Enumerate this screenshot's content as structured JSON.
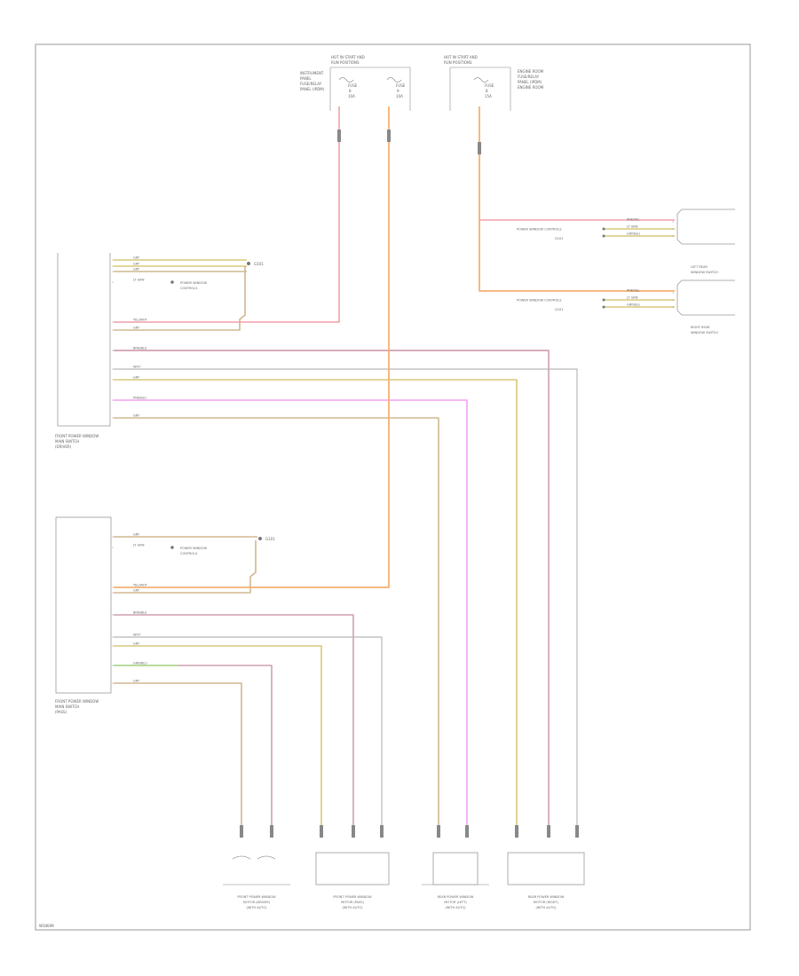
{
  "footer_code": "W10049",
  "top_blocks": {
    "left": {
      "header": [
        "HOT IN START AND",
        "RUN POSITIONS"
      ],
      "caption": [
        "INSTRUMENT",
        "PANEL",
        "FUSE/RELAY",
        "PANEL (IPDM)"
      ],
      "fuse_a": {
        "label": "FUSE",
        "num": "8",
        "amp": "10A"
      },
      "fuse_b": {
        "label": "FUSE",
        "num": "9",
        "amp": "10A"
      }
    },
    "right": {
      "header": [
        "HOT IN START AND",
        "RUN POSITIONS"
      ],
      "caption": [
        "ENGINE ROOM",
        "FUSE/RELAY",
        "PANEL (IPDM)",
        "ENGINE ROOM"
      ],
      "fuse": {
        "label": "FUSE",
        "num": "8",
        "amp": "15A"
      }
    }
  },
  "wire_colors": {
    "red": "#f0a0a8",
    "orange": "#f5b070",
    "yellow": "#d8c878",
    "tan": "#d0b890",
    "green": "#a8e088",
    "pink": "#f0a0f0",
    "mauve": "#d0a0b0",
    "gray": "#b8b8b8"
  },
  "modules": {
    "upper": {
      "caption": [
        "FRONT POWER WINDOW",
        "MAIN SWITCH",
        "(DRIVER)"
      ],
      "wires": [
        {
          "label": "GRY",
          "color": "yellow"
        },
        {
          "label": "GRY",
          "color": "yellow"
        },
        {
          "label": "GRY",
          "color": "tan"
        },
        {
          "label": "LT GRN",
          "color": "yellow"
        },
        {
          "label": "YEL/WHT",
          "color": "red"
        },
        {
          "label": "GRY",
          "color": "tan"
        },
        {
          "label": "BRN/BLU",
          "color": "mauve"
        },
        {
          "label": "WHT",
          "color": "gray"
        },
        {
          "label": "GRY",
          "color": "yellow"
        },
        {
          "label": "PNK/BLU",
          "color": "pink"
        },
        {
          "label": "GRY",
          "color": "tan"
        }
      ],
      "splice": "G101",
      "note": [
        "POWER WINDOW",
        "CONTROLS"
      ]
    },
    "lower": {
      "caption": [
        "FRONT POWER WINDOW",
        "MAIN SWITCH",
        "(PASS)"
      ],
      "wires": [
        {
          "label": "GRY",
          "color": "tan"
        },
        {
          "label": "LT GRN",
          "color": "yellow"
        },
        {
          "label": "YEL/WHT",
          "color": "orange"
        },
        {
          "label": "GRY",
          "color": "tan"
        },
        {
          "label": "BRN/BLU",
          "color": "mauve"
        },
        {
          "label": "WHT",
          "color": "gray"
        },
        {
          "label": "GRY",
          "color": "yellow"
        },
        {
          "label": "GRN/BLU",
          "color": "green"
        },
        {
          "label": "GRY",
          "color": "tan"
        }
      ],
      "splice": "G101",
      "note": [
        "POWER WINDOW",
        "CONTROLS"
      ]
    }
  },
  "right_connectors": {
    "upper": {
      "wires": [
        {
          "label": "PNK/YEL",
          "color": "red"
        },
        {
          "label": "LT GRN",
          "color": "yellow"
        },
        {
          "label": "GRY/BLU",
          "color": "yellow"
        }
      ],
      "note": [
        "POWER WINDOW CONTROLS",
        "G101"
      ],
      "caption": [
        "LEFT REAR",
        "WINDOW SWITCH"
      ]
    },
    "lower": {
      "wires": [
        {
          "label": "PNK/YEL",
          "color": "red"
        },
        {
          "label": "LT GRN",
          "color": "yellow"
        },
        {
          "label": "GRY/BLU",
          "color": "yellow"
        }
      ],
      "note": [
        "POWER WINDOW CONTROLS",
        "G101"
      ],
      "caption": [
        "RIGHT REAR",
        "WINDOW SWITCH"
      ]
    }
  },
  "motors": [
    {
      "caption": [
        "FRONT POWER WINDOW",
        "MOTOR (DRIVER)",
        "(WITH AUTO)"
      ]
    },
    {
      "caption": [
        "FRONT POWER WINDOW",
        "MOTOR (PASS)",
        "(WITH AUTO)"
      ]
    },
    {
      "caption": [
        "REAR POWER WINDOW",
        "MOTOR (LEFT)",
        "(WITH AUTO)"
      ]
    },
    {
      "caption": [
        "REAR POWER WINDOW",
        "MOTOR (RIGHT)",
        "(WITH AUTO)"
      ]
    }
  ]
}
